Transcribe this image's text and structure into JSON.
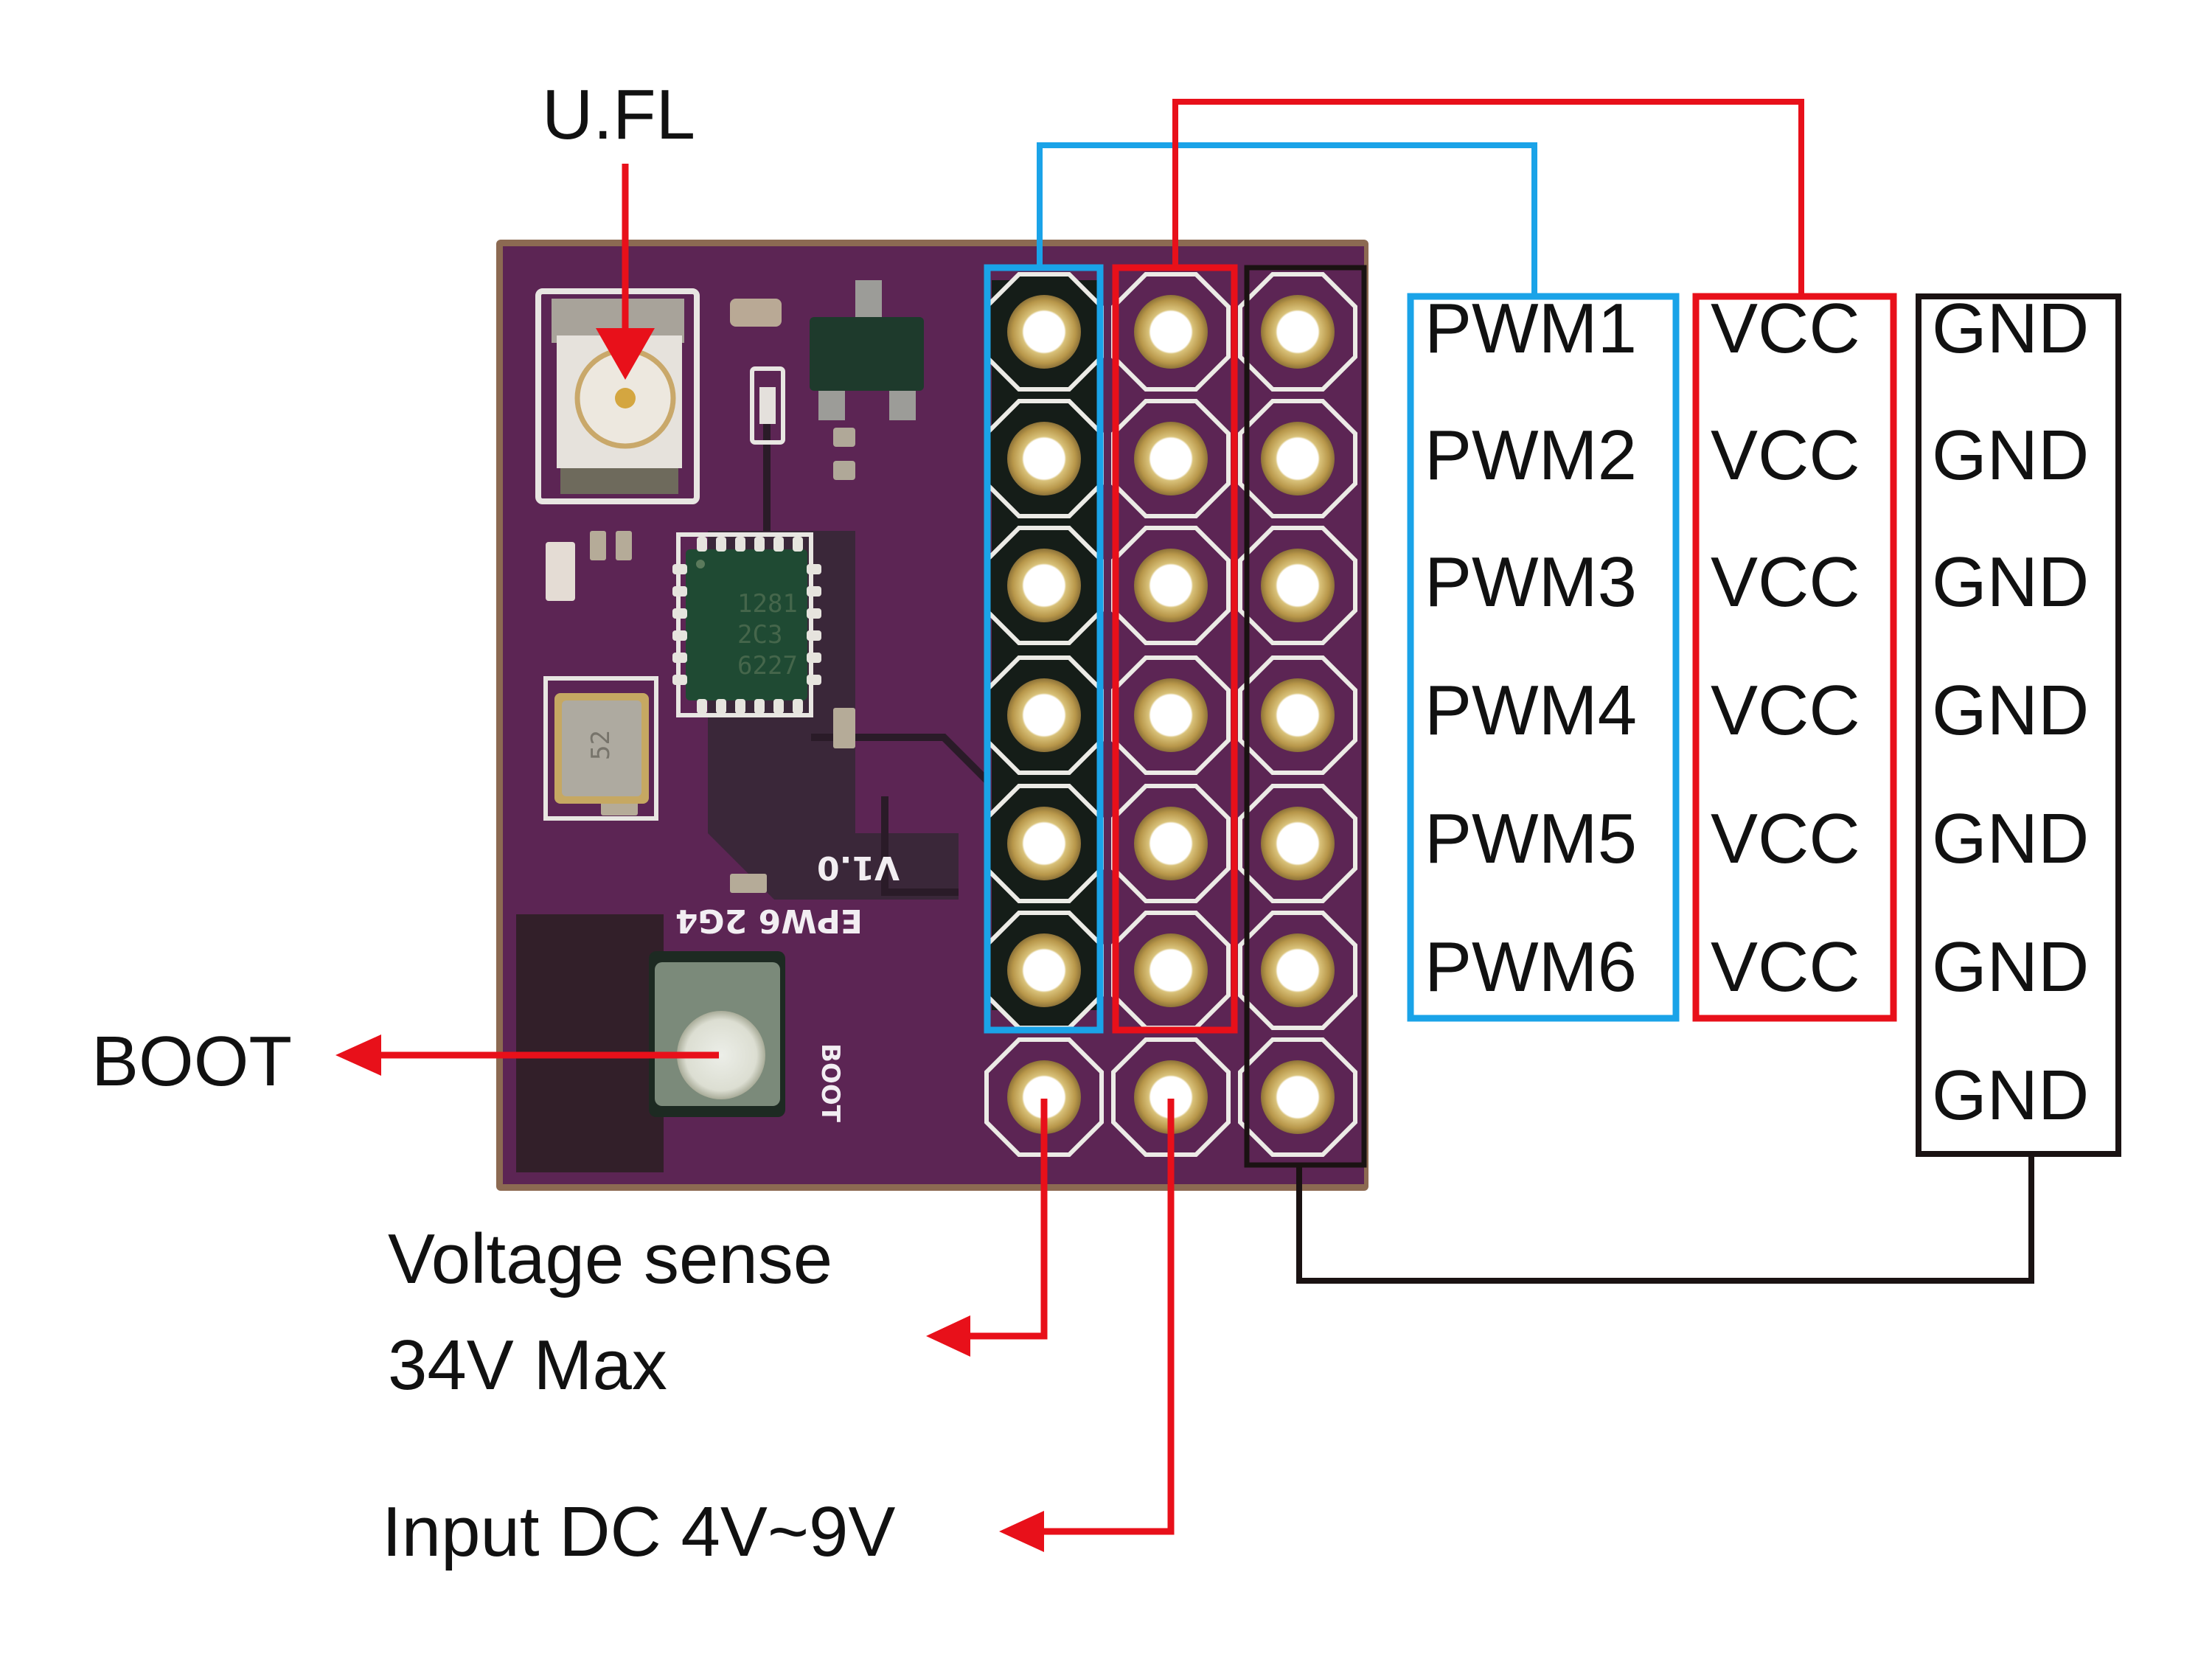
{
  "diagram": {
    "title": "EPW6 2G4 V1.0 pinout",
    "board": {
      "silkscreen_name": "EPW6 2G4",
      "silkscreen_version": "V1.0",
      "silkscreen_boot": "BOOT",
      "crystal_marking": "52",
      "chip_marking": [
        "1281",
        "2C3",
        "6227"
      ]
    },
    "callouts": {
      "ufl": "U.FL",
      "boot": "BOOT",
      "voltage_sense_line1": "Voltage sense",
      "voltage_sense_line2": "34V Max",
      "input_dc": "Input DC 4V~9V"
    },
    "pin_groups": {
      "pwm": {
        "color": "#1aa3e8",
        "labels": [
          "PWM1",
          "PWM2",
          "PWM3",
          "PWM4",
          "PWM5",
          "PWM6"
        ]
      },
      "vcc": {
        "color": "#e8101a",
        "labels": [
          "VCC",
          "VCC",
          "VCC",
          "VCC",
          "VCC",
          "VCC"
        ]
      },
      "gnd": {
        "color": "#1a1212",
        "labels": [
          "GND",
          "GND",
          "GND",
          "GND",
          "GND",
          "GND",
          "GND"
        ]
      }
    },
    "colors": {
      "arrow": "#e8101a",
      "pcb": "#5c2554",
      "pcb_dark": "#1f2a22",
      "pad_gold": "#c8a85a",
      "text": "#111111"
    }
  }
}
